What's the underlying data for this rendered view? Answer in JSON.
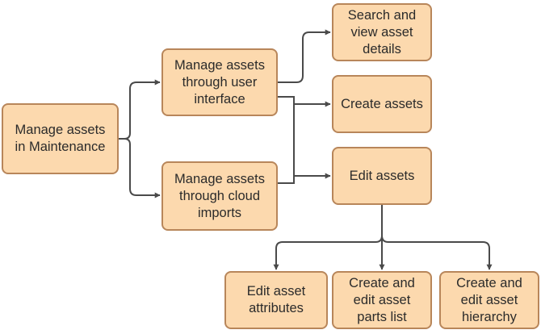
{
  "colors": {
    "node_fill": "#FCD9AE",
    "node_border": "#B8865A",
    "connector": "#4a4a4a",
    "text": "#2b2b2b"
  },
  "nodes": {
    "root": "Manage assets\nin Maintenance",
    "ui": "Manage assets\nthrough user\ninterface",
    "cloud": "Manage assets\nthrough cloud\nimports",
    "search": "Search and\nview asset\ndetails",
    "create": "Create assets",
    "edit": "Edit assets",
    "attributes": "Edit asset\nattributes",
    "parts": "Create and\nedit asset\nparts list",
    "hierarchy": "Create and\nedit asset\nhierarchy"
  }
}
